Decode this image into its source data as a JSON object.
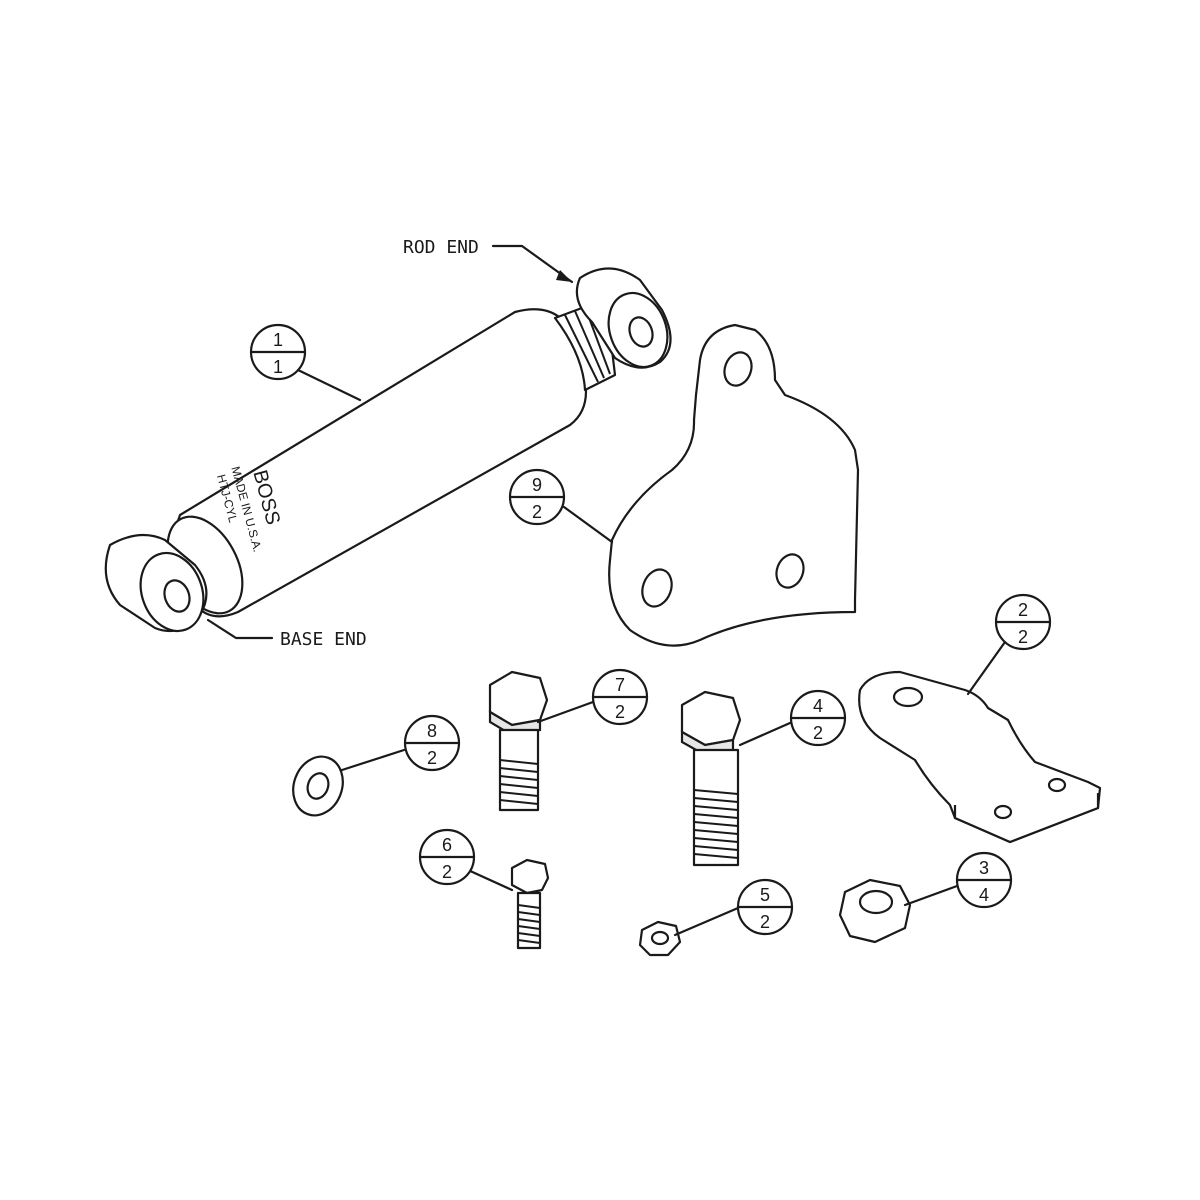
{
  "labels": {
    "rod_end": "ROD END",
    "base_end": "BASE END"
  },
  "shock_markings": {
    "brand": "BOSS",
    "line2": "MADE IN U.S.A.",
    "line3": "HTJ-CYL"
  },
  "callouts": [
    {
      "item": "1",
      "qty": "1"
    },
    {
      "item": "9",
      "qty": "2"
    },
    {
      "item": "2",
      "qty": "2"
    },
    {
      "item": "7",
      "qty": "2"
    },
    {
      "item": "4",
      "qty": "2"
    },
    {
      "item": "8",
      "qty": "2"
    },
    {
      "item": "6",
      "qty": "2"
    },
    {
      "item": "5",
      "qty": "2"
    },
    {
      "item": "3",
      "qty": "4"
    }
  ]
}
